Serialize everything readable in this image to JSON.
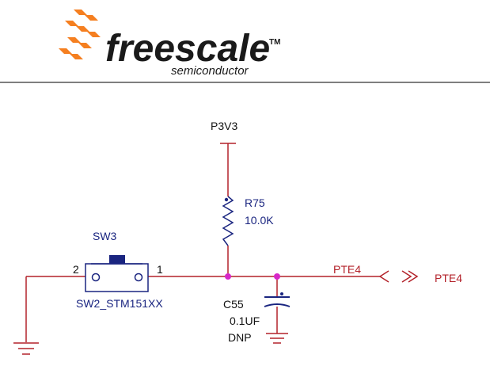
{
  "logo": {
    "wordmark": "freescale",
    "trademark": "TM",
    "tagline": "semiconductor"
  },
  "net_labels": {
    "power": "P3V3",
    "signal_net": "PTE4",
    "port": "PTE4"
  },
  "components": {
    "r75": {
      "ref": "R75",
      "value": "10.0K"
    },
    "sw3": {
      "ref": "SW3",
      "part": "SW2_STM151XX",
      "pin_left": "2",
      "pin_right": "1"
    },
    "c55": {
      "ref": "C55",
      "value": "0.1UF",
      "note": "DNP"
    }
  },
  "colors": {
    "wire": "#b3222a",
    "component": "#1a2580",
    "junction": "#d628c8",
    "logo_orange": "#f57f20",
    "logo_text": "#1a1a1a",
    "divider": "#333333"
  }
}
